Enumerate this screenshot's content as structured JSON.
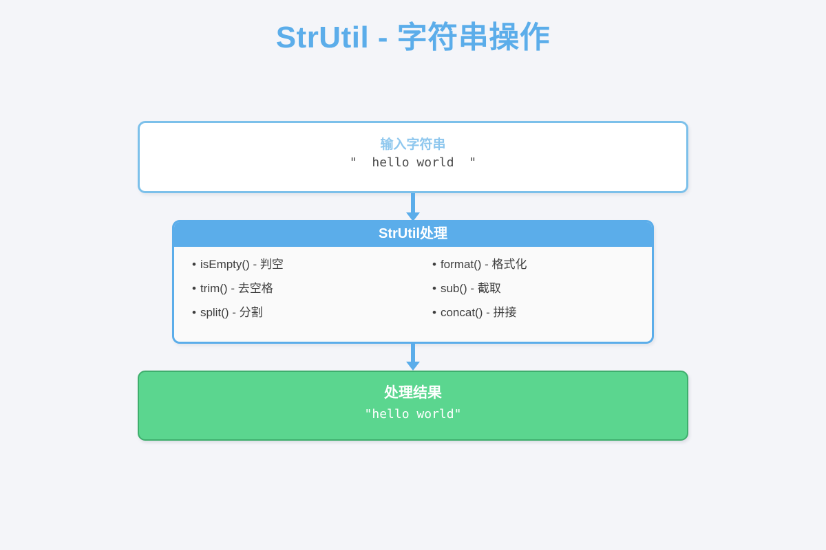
{
  "title": "StrUtil - 字符串操作",
  "input": {
    "label": "输入字符串",
    "value": "\"  hello world  \""
  },
  "process": {
    "header": "StrUtil处理",
    "bullet": "•",
    "methods_left": [
      "isEmpty() - 判空",
      "trim() - 去空格",
      "split() - 分割"
    ],
    "methods_right": [
      "format() - 格式化",
      "sub() - 截取",
      "concat() - 拼接"
    ]
  },
  "result": {
    "label": "处理结果",
    "value": "\"hello world\""
  },
  "colors": {
    "background": "#f4f5f9",
    "title_blue": "#5badea",
    "accent_blue": "#5badea",
    "light_blue": "#8ec7ee",
    "input_border": "#7cc0ea",
    "result_green": "#5bd68f",
    "result_border": "#3fae6d",
    "text_dark": "#3d3d3d",
    "white": "#ffffff"
  }
}
